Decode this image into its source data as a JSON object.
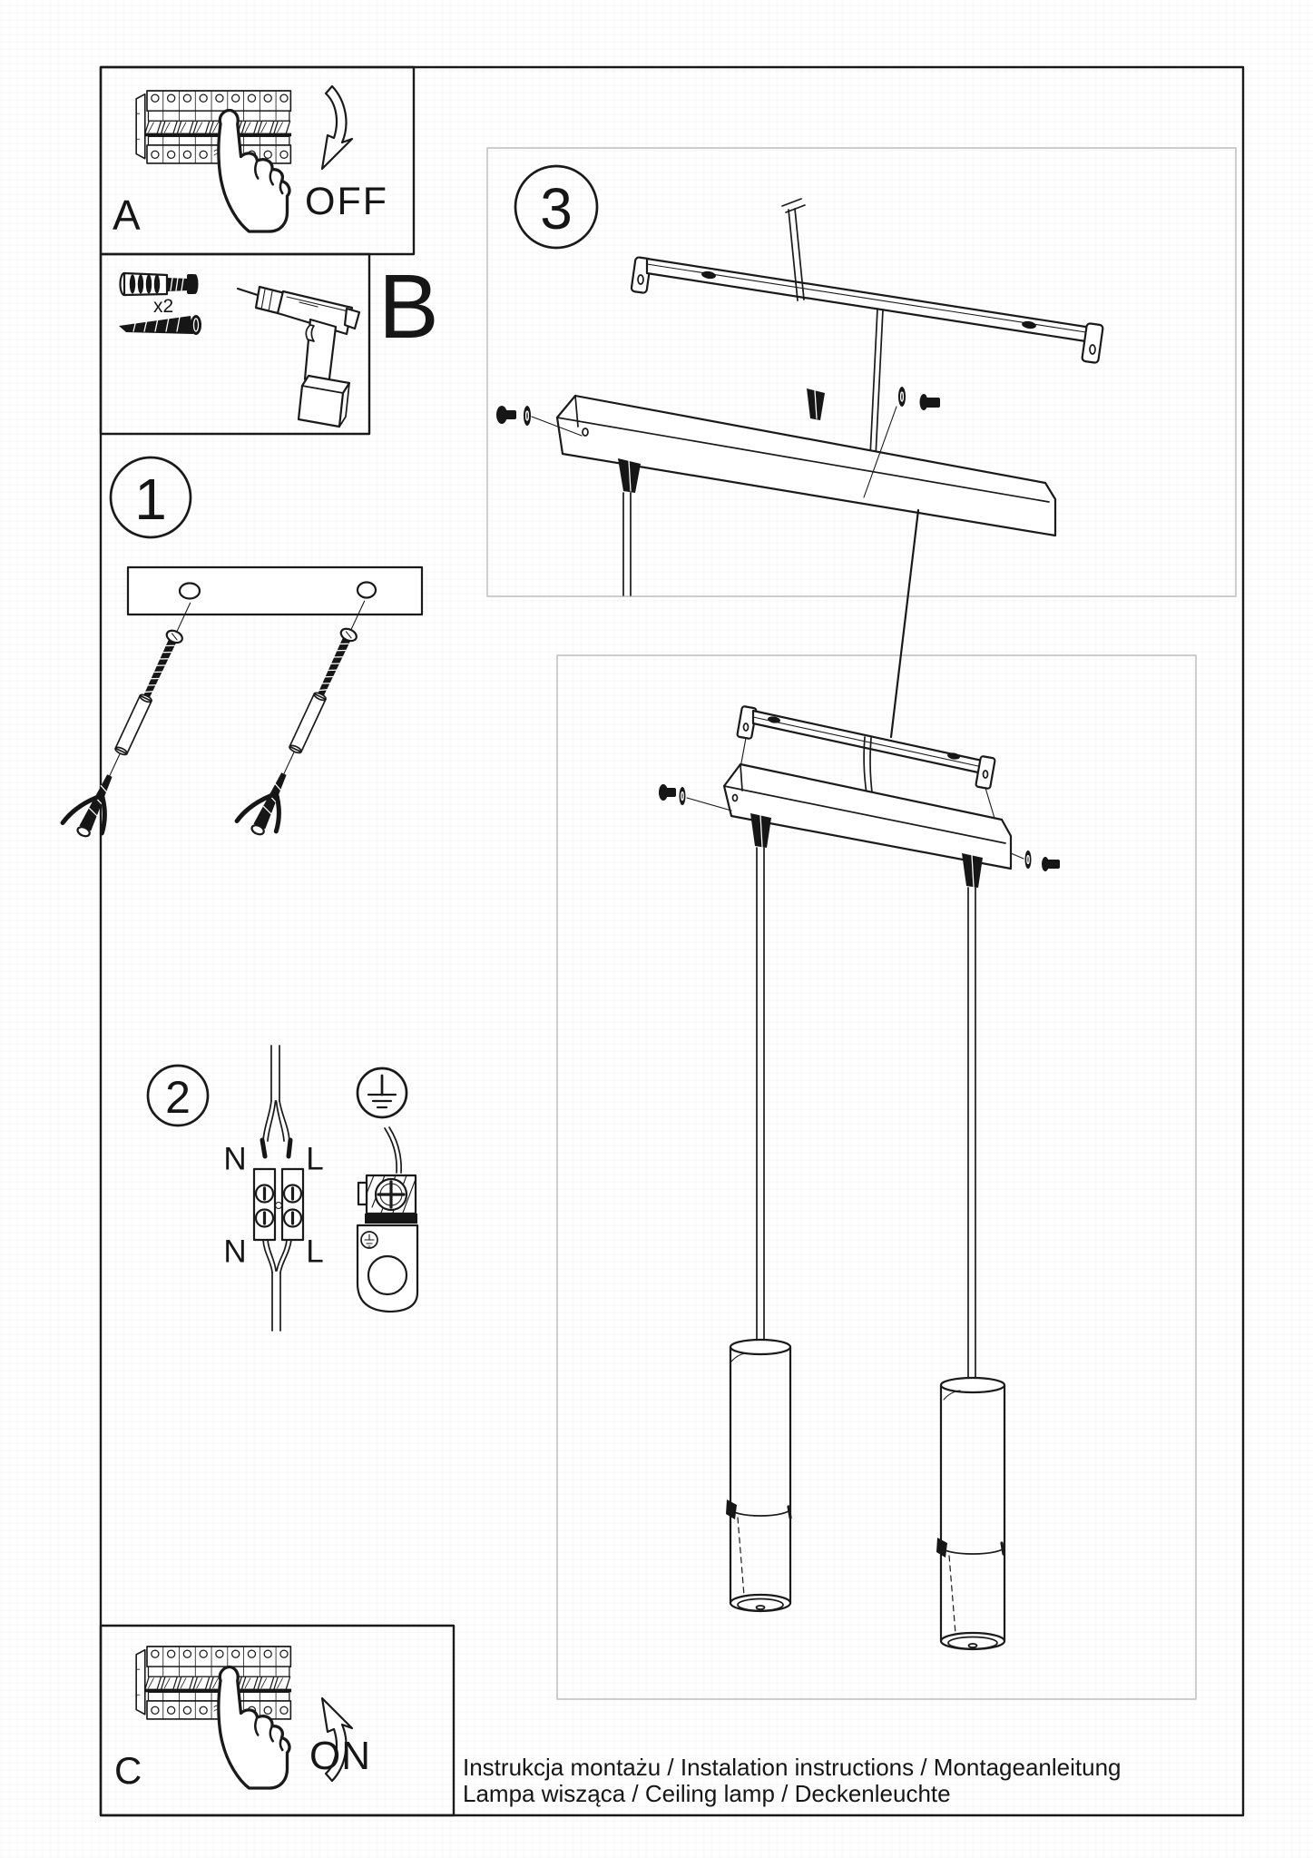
{
  "steps": {
    "box_a": {
      "label": "A",
      "action": "OFF"
    },
    "box_b": {
      "label": "B",
      "anchor_quantity": "x2"
    },
    "box_c": {
      "label": "C",
      "action": "ON"
    },
    "step_1": "1",
    "step_2": "2",
    "step_3": "3"
  },
  "wiring": {
    "terminal_top_left": "N",
    "terminal_top_right": "L",
    "terminal_bottom_left": "N",
    "terminal_bottom_right": "L"
  },
  "footer": {
    "line1": "Instrukcja montażu / Instalation instructions / Montageanleitung",
    "line2": "Lampa wisząca / Ceiling lamp / Deckenleuchte"
  },
  "colors": {
    "ink": "#1a1a1a",
    "paper": "#ffffff",
    "light_frame": "#c6c6c6"
  },
  "icons": [
    "circuit-breaker-panel-icon",
    "pointing-hand-icon",
    "curved-arrow-down-icon",
    "curved-arrow-up-icon",
    "wall-plug-icon",
    "screw-icon",
    "drill-icon",
    "ceiling-plate-icon",
    "wall-plug-assembly-icon",
    "mounting-bracket-icon",
    "canopy-icon",
    "cable-gland-icon",
    "pendant-tube-icon",
    "terminal-block-icon",
    "earth-symbol-icon",
    "earth-clamp-icon"
  ]
}
